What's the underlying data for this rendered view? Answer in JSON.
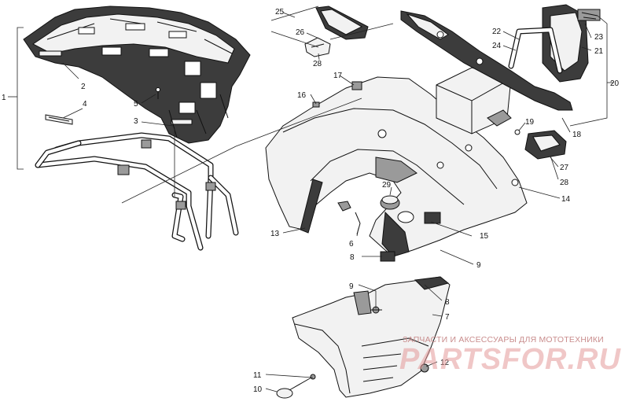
{
  "diagram": {
    "callouts": [
      "1",
      "2",
      "3",
      "4",
      "5",
      "6",
      "7",
      "8",
      "8",
      "9",
      "9",
      "9",
      "10",
      "11",
      "12",
      "13",
      "14",
      "15",
      "16",
      "17",
      "18",
      "19",
      "20",
      "21",
      "22",
      "23",
      "24",
      "25",
      "26",
      "27",
      "28",
      "28",
      "29"
    ]
  },
  "watermark": {
    "caption": "ЗАПЧАСТИ И АКСЕССУАРЫ ДЛЯ МОТОТЕХНИКИ",
    "logo": "PARTSFOR.RU"
  }
}
